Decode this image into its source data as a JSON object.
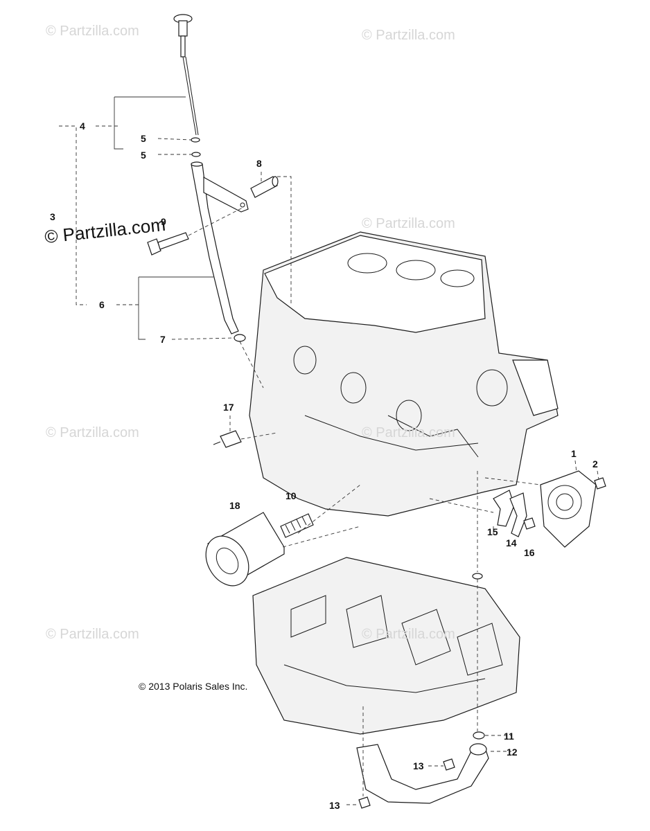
{
  "watermarks": {
    "w1": "© Partzilla.com",
    "w2": "© Partzilla.com",
    "w3": "© Partzilla.com",
    "w4": "© Partzilla.com",
    "w5": "© Partzilla.com",
    "w6": "© Partzilla.com",
    "w7": "© Partzilla.com",
    "main": "© Partzilla.com"
  },
  "copyright": "© 2013 Polaris Sales Inc.",
  "callouts": {
    "c1": "1",
    "c2": "2",
    "c3": "3",
    "c4": "4",
    "c5a": "5",
    "c5b": "5",
    "c6": "6",
    "c7": "7",
    "c8": "8",
    "c9": "9",
    "c10": "10",
    "c11": "11",
    "c12": "12",
    "c13a": "13",
    "c13b": "13",
    "c14": "14",
    "c15": "15",
    "c16": "16",
    "c17": "17",
    "c18": "18"
  }
}
